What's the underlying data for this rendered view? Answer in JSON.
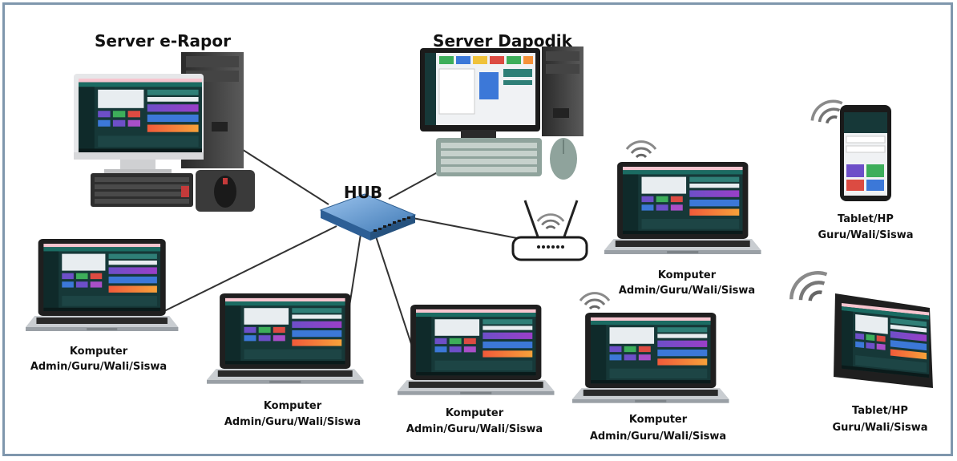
{
  "servers": {
    "erapor": "Server e-Rapor",
    "dapodik": "Server Dapodik"
  },
  "hub": "HUB",
  "clients": [
    {
      "line1": "Komputer",
      "line2": "Admin/Guru/Wali/Siswa"
    },
    {
      "line1": "Komputer",
      "line2": "Admin/Guru/Wali/Siswa"
    },
    {
      "line1": "Komputer",
      "line2": "Admin/Guru/Wali/Siswa"
    },
    {
      "line1": "Komputer",
      "line2": "Admin/Guru/Wali/Siswa"
    },
    {
      "line1": "Komputer",
      "line2": "Admin/Guru/Wali/Siswa"
    }
  ],
  "mobiles": [
    {
      "line1": "Tablet/HP",
      "line2": "Guru/Wali/Siswa"
    },
    {
      "line1": "Tablet/HP",
      "line2": "Guru/Wali/Siswa"
    }
  ],
  "colors": {
    "frame": "#7f97ad",
    "device_dark": "#1f1f1f",
    "screen_dark": "#163838",
    "hub": "#3f79b5",
    "tile_purple": "#6d4fc8",
    "tile_green": "#3dae5a",
    "tile_red": "#dc4b42",
    "bar_orange": "#f4923a",
    "bar_blue": "#3c78d8"
  }
}
